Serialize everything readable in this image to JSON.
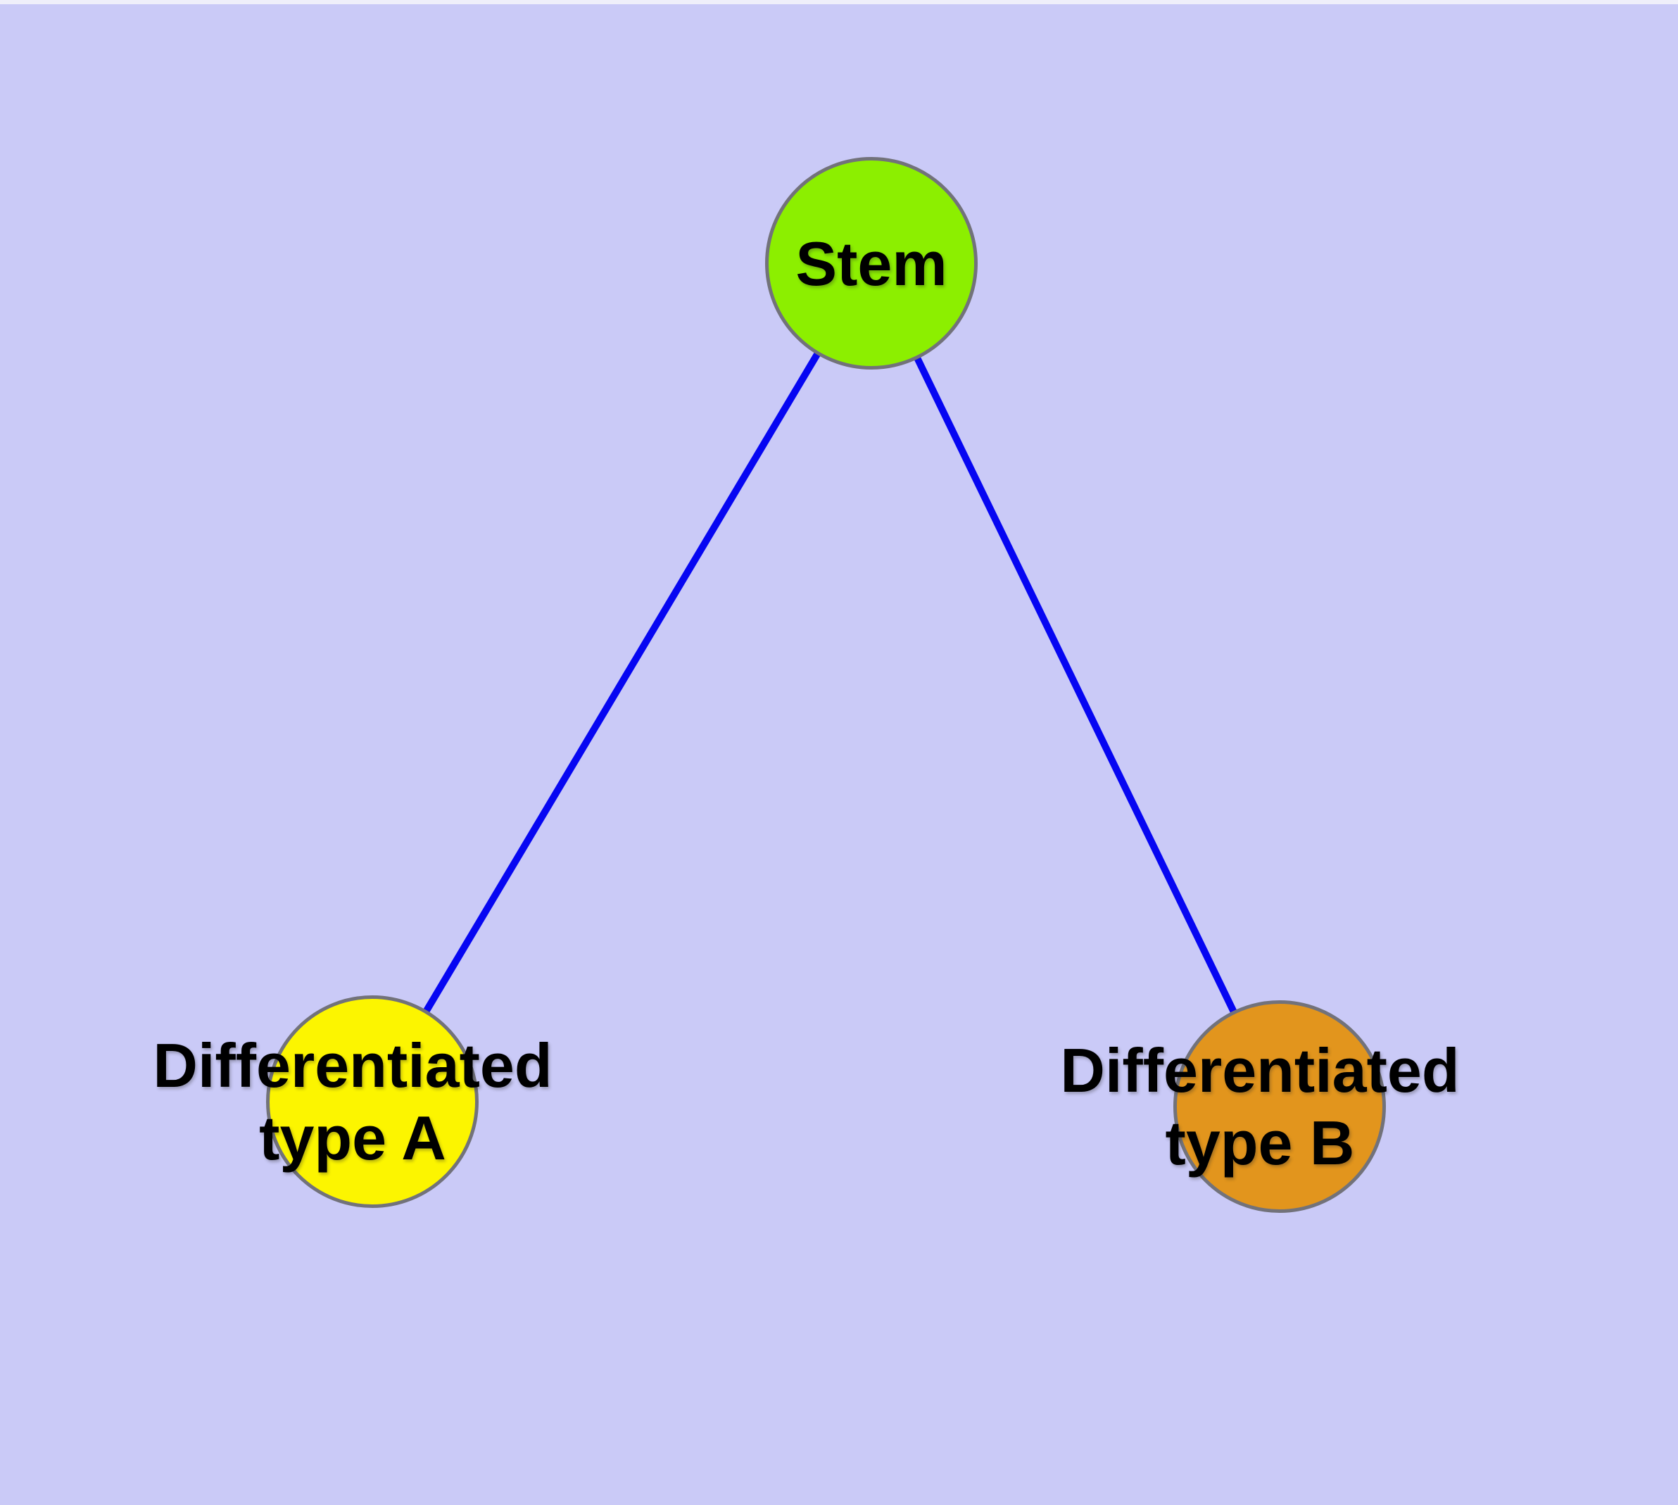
{
  "diagram": {
    "type": "node-link-graph",
    "background_color": "#CACAF7",
    "top_strip_color": "#EFEFFA",
    "edge_color": "#0606F2",
    "node_border_color": "#72727A",
    "label_color": "#000000",
    "nodes": {
      "stem": {
        "label": "Stem",
        "fill": "#8CEF00"
      },
      "type_a": {
        "label_lines": [
          "Differentiated",
          "type A"
        ],
        "label_full": "Differentiated type A",
        "fill": "#FCF500"
      },
      "type_b": {
        "label_lines": [
          "Differentiated",
          "type B"
        ],
        "label_full": "Differentiated type B",
        "fill": "#E2951D"
      }
    },
    "edges": [
      {
        "from": "Stem",
        "to": "Differentiated type A"
      },
      {
        "from": "Stem",
        "to": "Differentiated type B"
      }
    ]
  }
}
